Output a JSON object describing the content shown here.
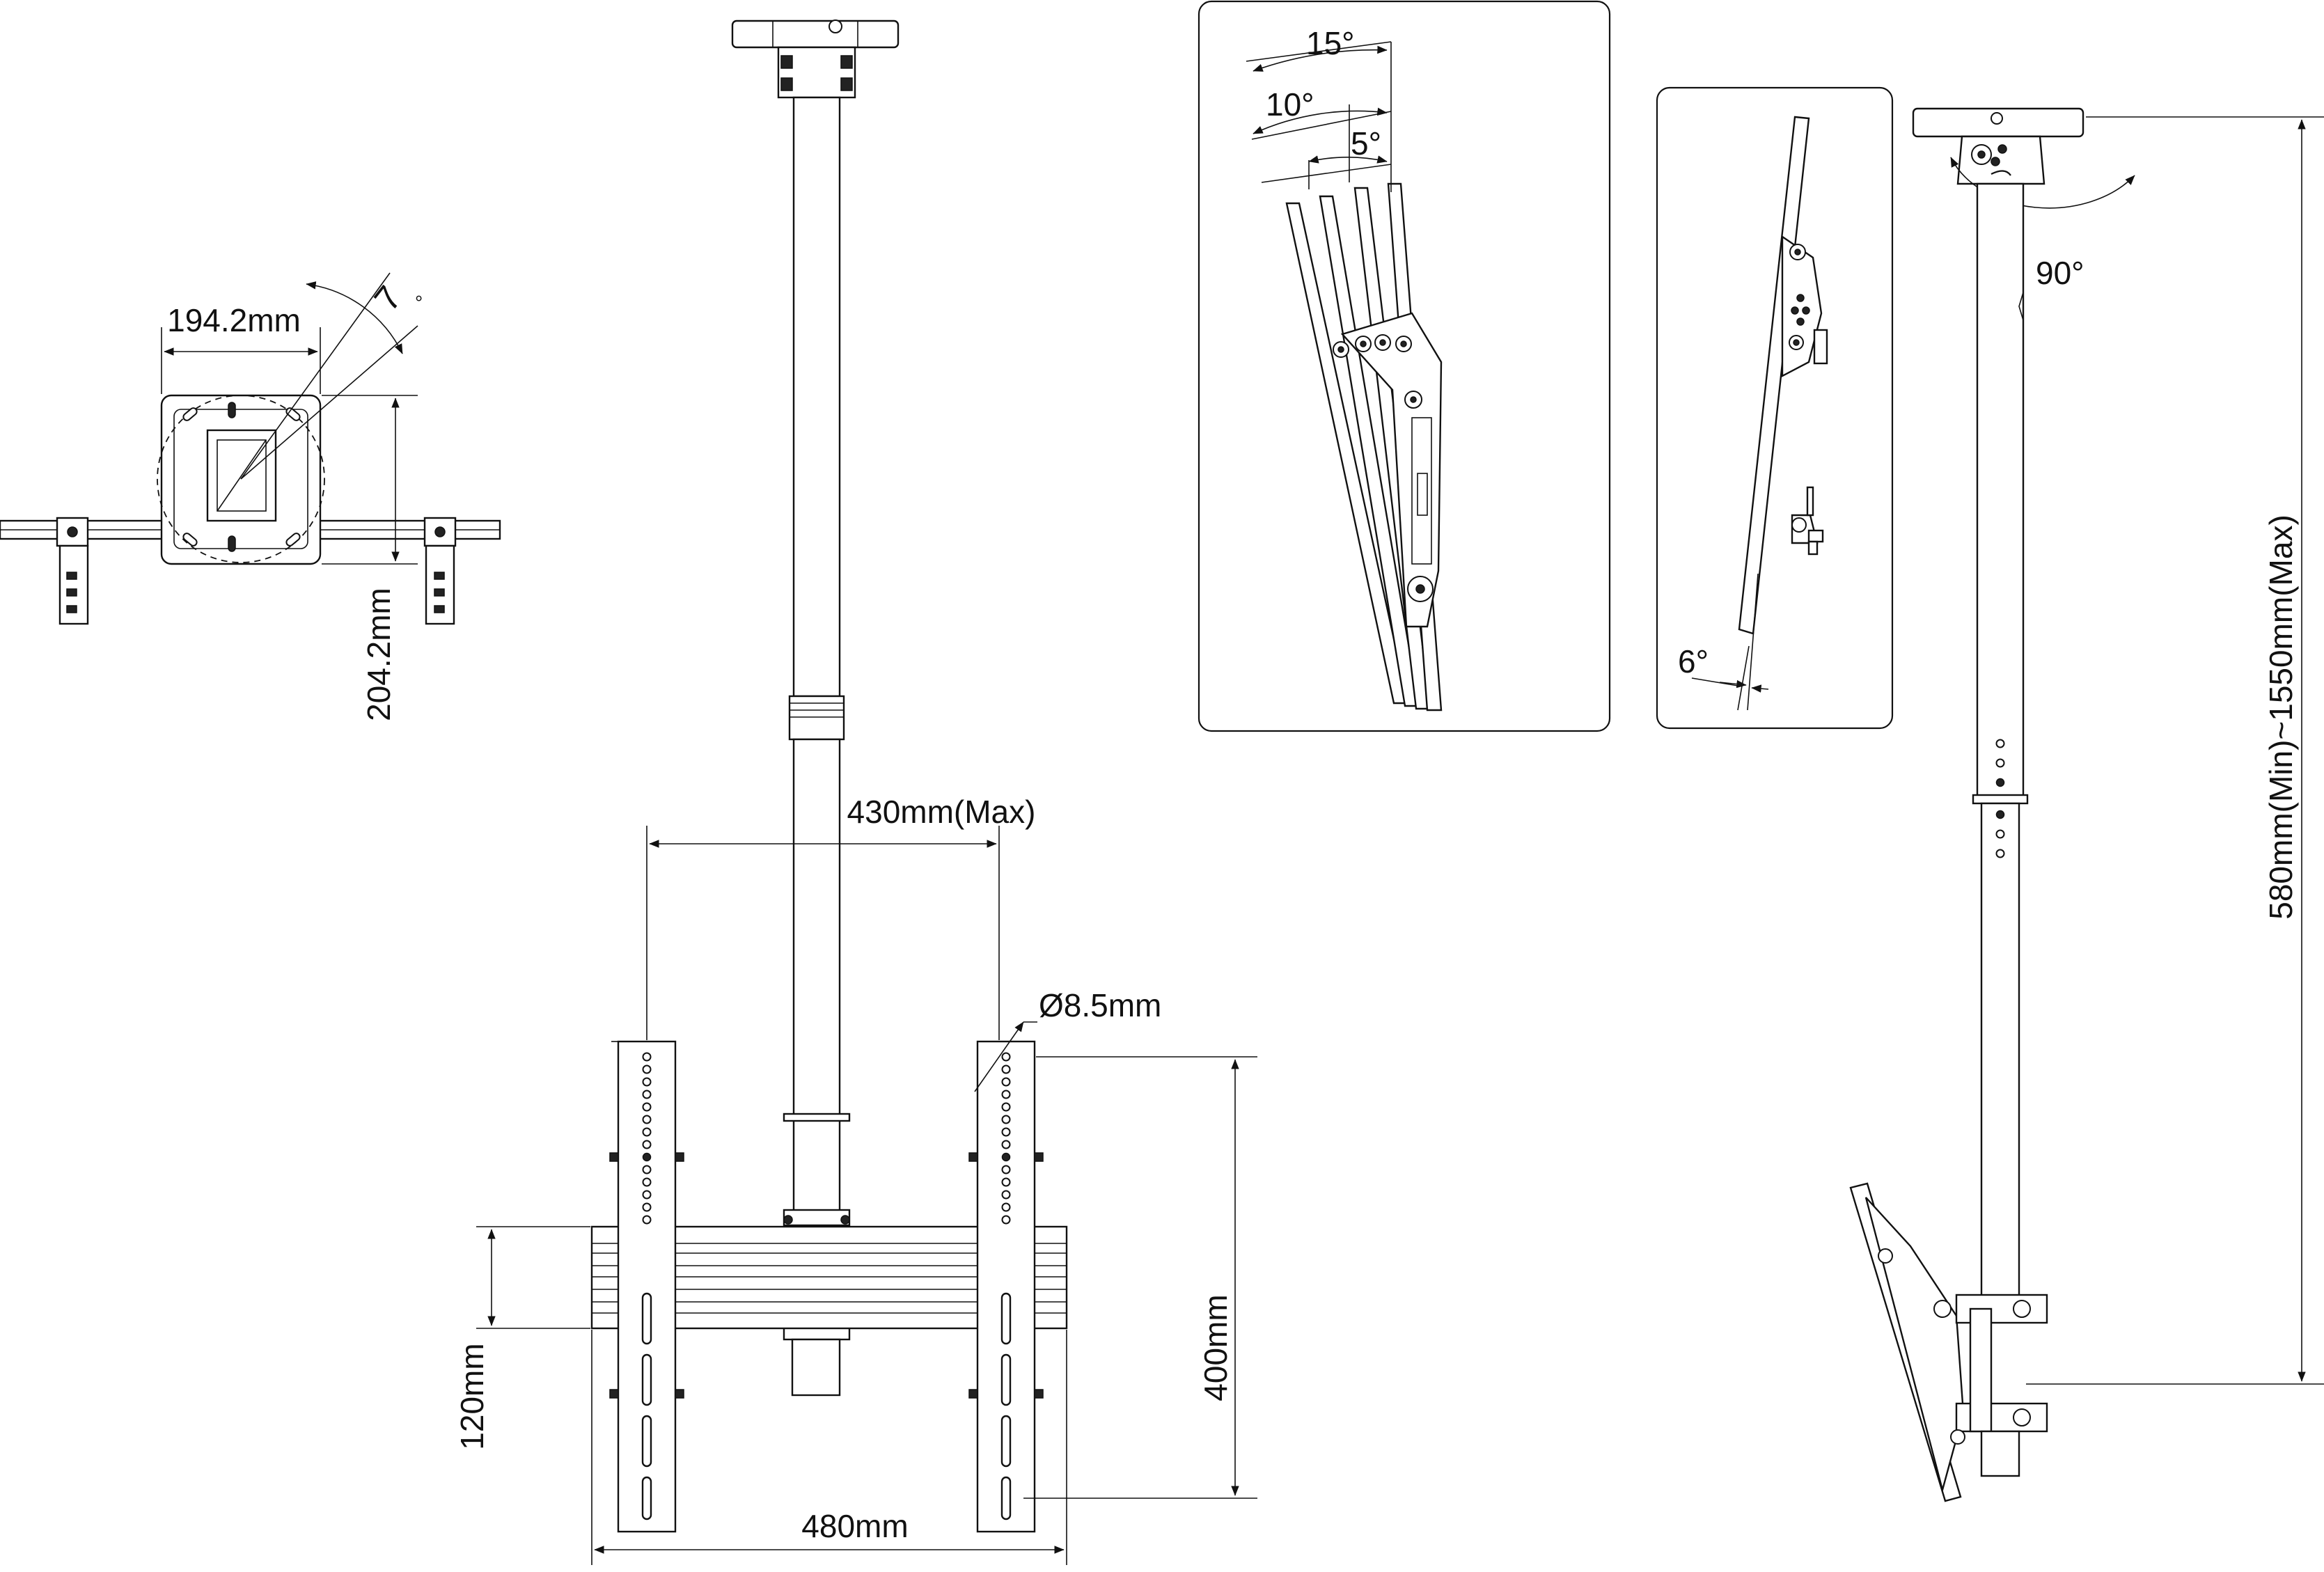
{
  "top_view": {
    "width_label": "194.2mm",
    "height_label": "204.2mm",
    "rotation_label": "7",
    "rotation_unit": "°"
  },
  "front_view": {
    "rail_spacing_label": "430mm(Max)",
    "hole_label": "Ø8.5mm",
    "rail_height_label": "400mm",
    "bar_height_label": "120mm",
    "bar_width_label": "480mm"
  },
  "tilt_panel": {
    "angle_15": "15°",
    "angle_10": "10°",
    "angle_5": "5°"
  },
  "side_tilt_panel": {
    "angle_label": "6°"
  },
  "side_view": {
    "rotation_label": "90°",
    "height_range_label": "580mm(Min)~1550mm(Max)"
  },
  "colors": {
    "line": "#111111",
    "background": "#ffffff"
  }
}
